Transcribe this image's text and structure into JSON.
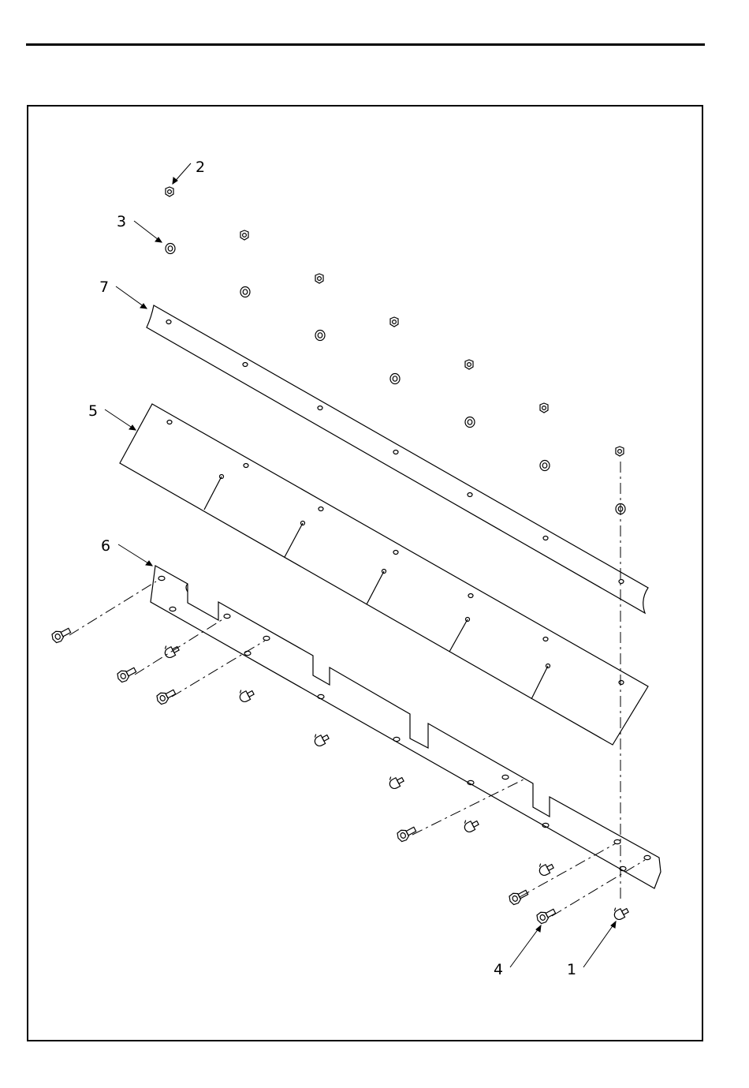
{
  "diagram": {
    "callouts": [
      {
        "id": "c2",
        "label": "2",
        "part": "hex-nut"
      },
      {
        "id": "c3",
        "label": "3",
        "part": "washer"
      },
      {
        "id": "c7",
        "label": "7",
        "part": "top-strip"
      },
      {
        "id": "c5",
        "label": "5",
        "part": "flap-panel"
      },
      {
        "id": "c6",
        "label": "6",
        "part": "mounting-bracket"
      },
      {
        "id": "c4",
        "label": "4",
        "part": "hex-bolt"
      },
      {
        "id": "c1",
        "label": "1",
        "part": "carriage-bolt"
      }
    ]
  }
}
